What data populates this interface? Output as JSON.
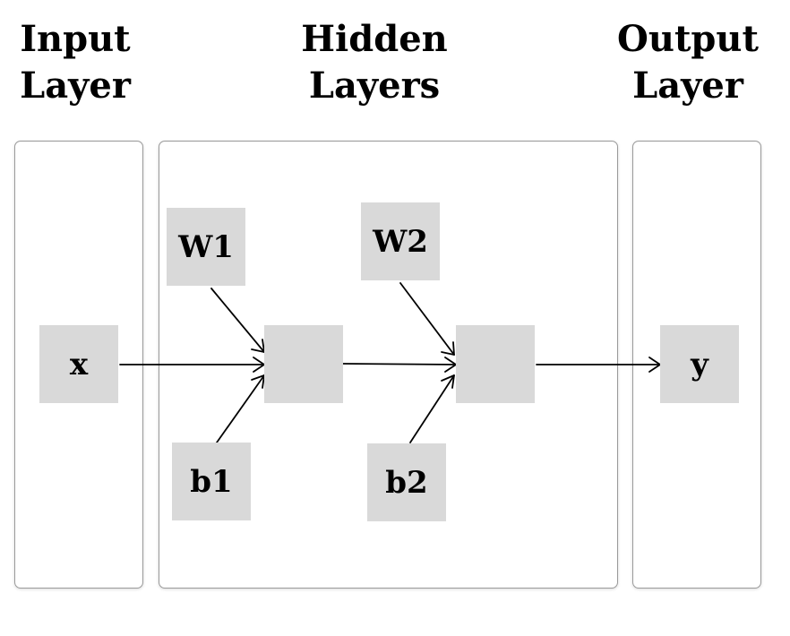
{
  "headings": {
    "input": [
      "Input",
      "Layer"
    ],
    "hidden": [
      "Hidden",
      "Layers"
    ],
    "output": [
      "Output",
      "Layer"
    ]
  },
  "nodes": {
    "x": "x",
    "w1": "W1",
    "b1": "b1",
    "w2": "W2",
    "b2": "b2",
    "y": "y"
  },
  "colors": {
    "node_fill": "#d9d9d9",
    "panel_border": "#9a9a9a",
    "arrow": "#000000"
  }
}
